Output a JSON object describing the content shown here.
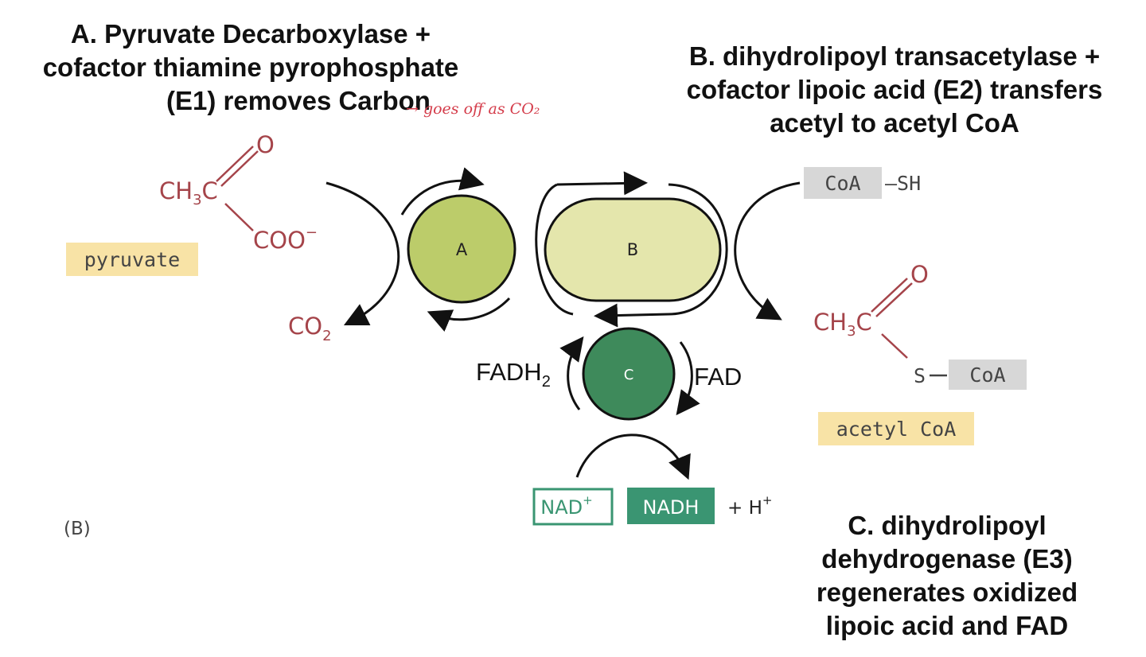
{
  "captions": {
    "a": {
      "line1": "A. Pyruvate Decarboxylase +",
      "line2": "cofactor thiamine pyrophosphate",
      "line3": "(E1) removes Carbon"
    },
    "b": {
      "line1": "B. dihydrolipoyl transacetylase +",
      "line2": "cofactor lipoic acid (E2)  transfers",
      "line3": "acetyl to acetyl CoA"
    },
    "c": {
      "line1": "C. dihydrolipoyl",
      "line2": "dehydrogenase (E3)",
      "line3": "regenerates oxidized",
      "line4": "lipoic acid and FAD"
    },
    "handwritten_note": "→ goes off as CO₂"
  },
  "diagram": {
    "panel_label": "(B)",
    "enzymes": {
      "a": "A",
      "b": "B",
      "c": "C"
    },
    "pyruvate": {
      "label": "pyruvate",
      "oxygen": "O",
      "methyl": "CH",
      "methyl_sub": "3",
      "carbon": "C",
      "carboxylate": "COO",
      "charge": "−"
    },
    "co2": {
      "text": "CO",
      "sub": "2"
    },
    "coa_sh": {
      "coa": "CoA",
      "sh": "—SH"
    },
    "acetyl_coa": {
      "label": "acetyl CoA",
      "oxygen": "O",
      "methyl": "CH",
      "methyl_sub": "3",
      "carbon": "C",
      "sulfur": "S",
      "coa": "CoA"
    },
    "fadh2": {
      "text": "FADH",
      "sub": "2"
    },
    "fad": "FAD",
    "nad": {
      "text": "NAD",
      "sup": "+"
    },
    "nadh": "NADH",
    "h_plus": {
      "text": "+ H",
      "sup": "+"
    }
  },
  "colors": {
    "enzyme_a": "#bccc6a",
    "enzyme_b": "#e4e6ac",
    "enzyme_c": "#3e8a5b",
    "label_highlight": "#f8e3a6",
    "coa_box": "#d7d7d7",
    "chem_text": "#a5444a",
    "nad_box": "#3a9572",
    "note": "#d43c4a"
  }
}
